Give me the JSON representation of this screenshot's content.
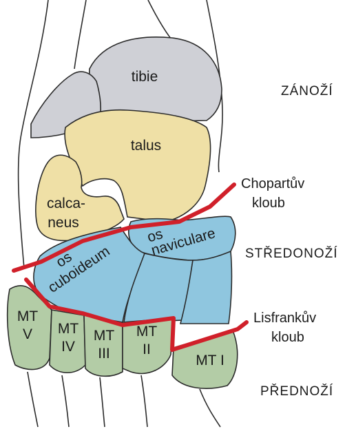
{
  "bones": {
    "tibia": "tibie",
    "talus": "talus",
    "calcaneus_1": "calca-",
    "calcaneus_2": "neus",
    "cuboid_1": "os",
    "cuboid_2": "cuboideum",
    "navicular_1": "os",
    "navicular_2": "naviculare",
    "mt5_1": "MT",
    "mt5_2": "V",
    "mt4_1": "MT",
    "mt4_2": "IV",
    "mt3_1": "MT",
    "mt3_2": "III",
    "mt2_1": "MT",
    "mt2_2": "II",
    "mt1": "MT I"
  },
  "joints": {
    "chopart_1": "Chopartův",
    "chopart_2": "kloub",
    "lisfranc_1": "Lisfrankův",
    "lisfranc_2": "kloub"
  },
  "zones": {
    "hindfoot": "ZÁNOŽÍ",
    "midfoot": "STŘEDONOŽÍ",
    "forefoot": "PŘEDNOŽÍ"
  },
  "colors": {
    "tibia_fill": "#cfd0d6",
    "tarsal_fill": "#efe0a6",
    "midfoot_fill": "#8fc6df",
    "metatarsal_fill": "#b3cca6",
    "joint_line": "#d0202a"
  }
}
